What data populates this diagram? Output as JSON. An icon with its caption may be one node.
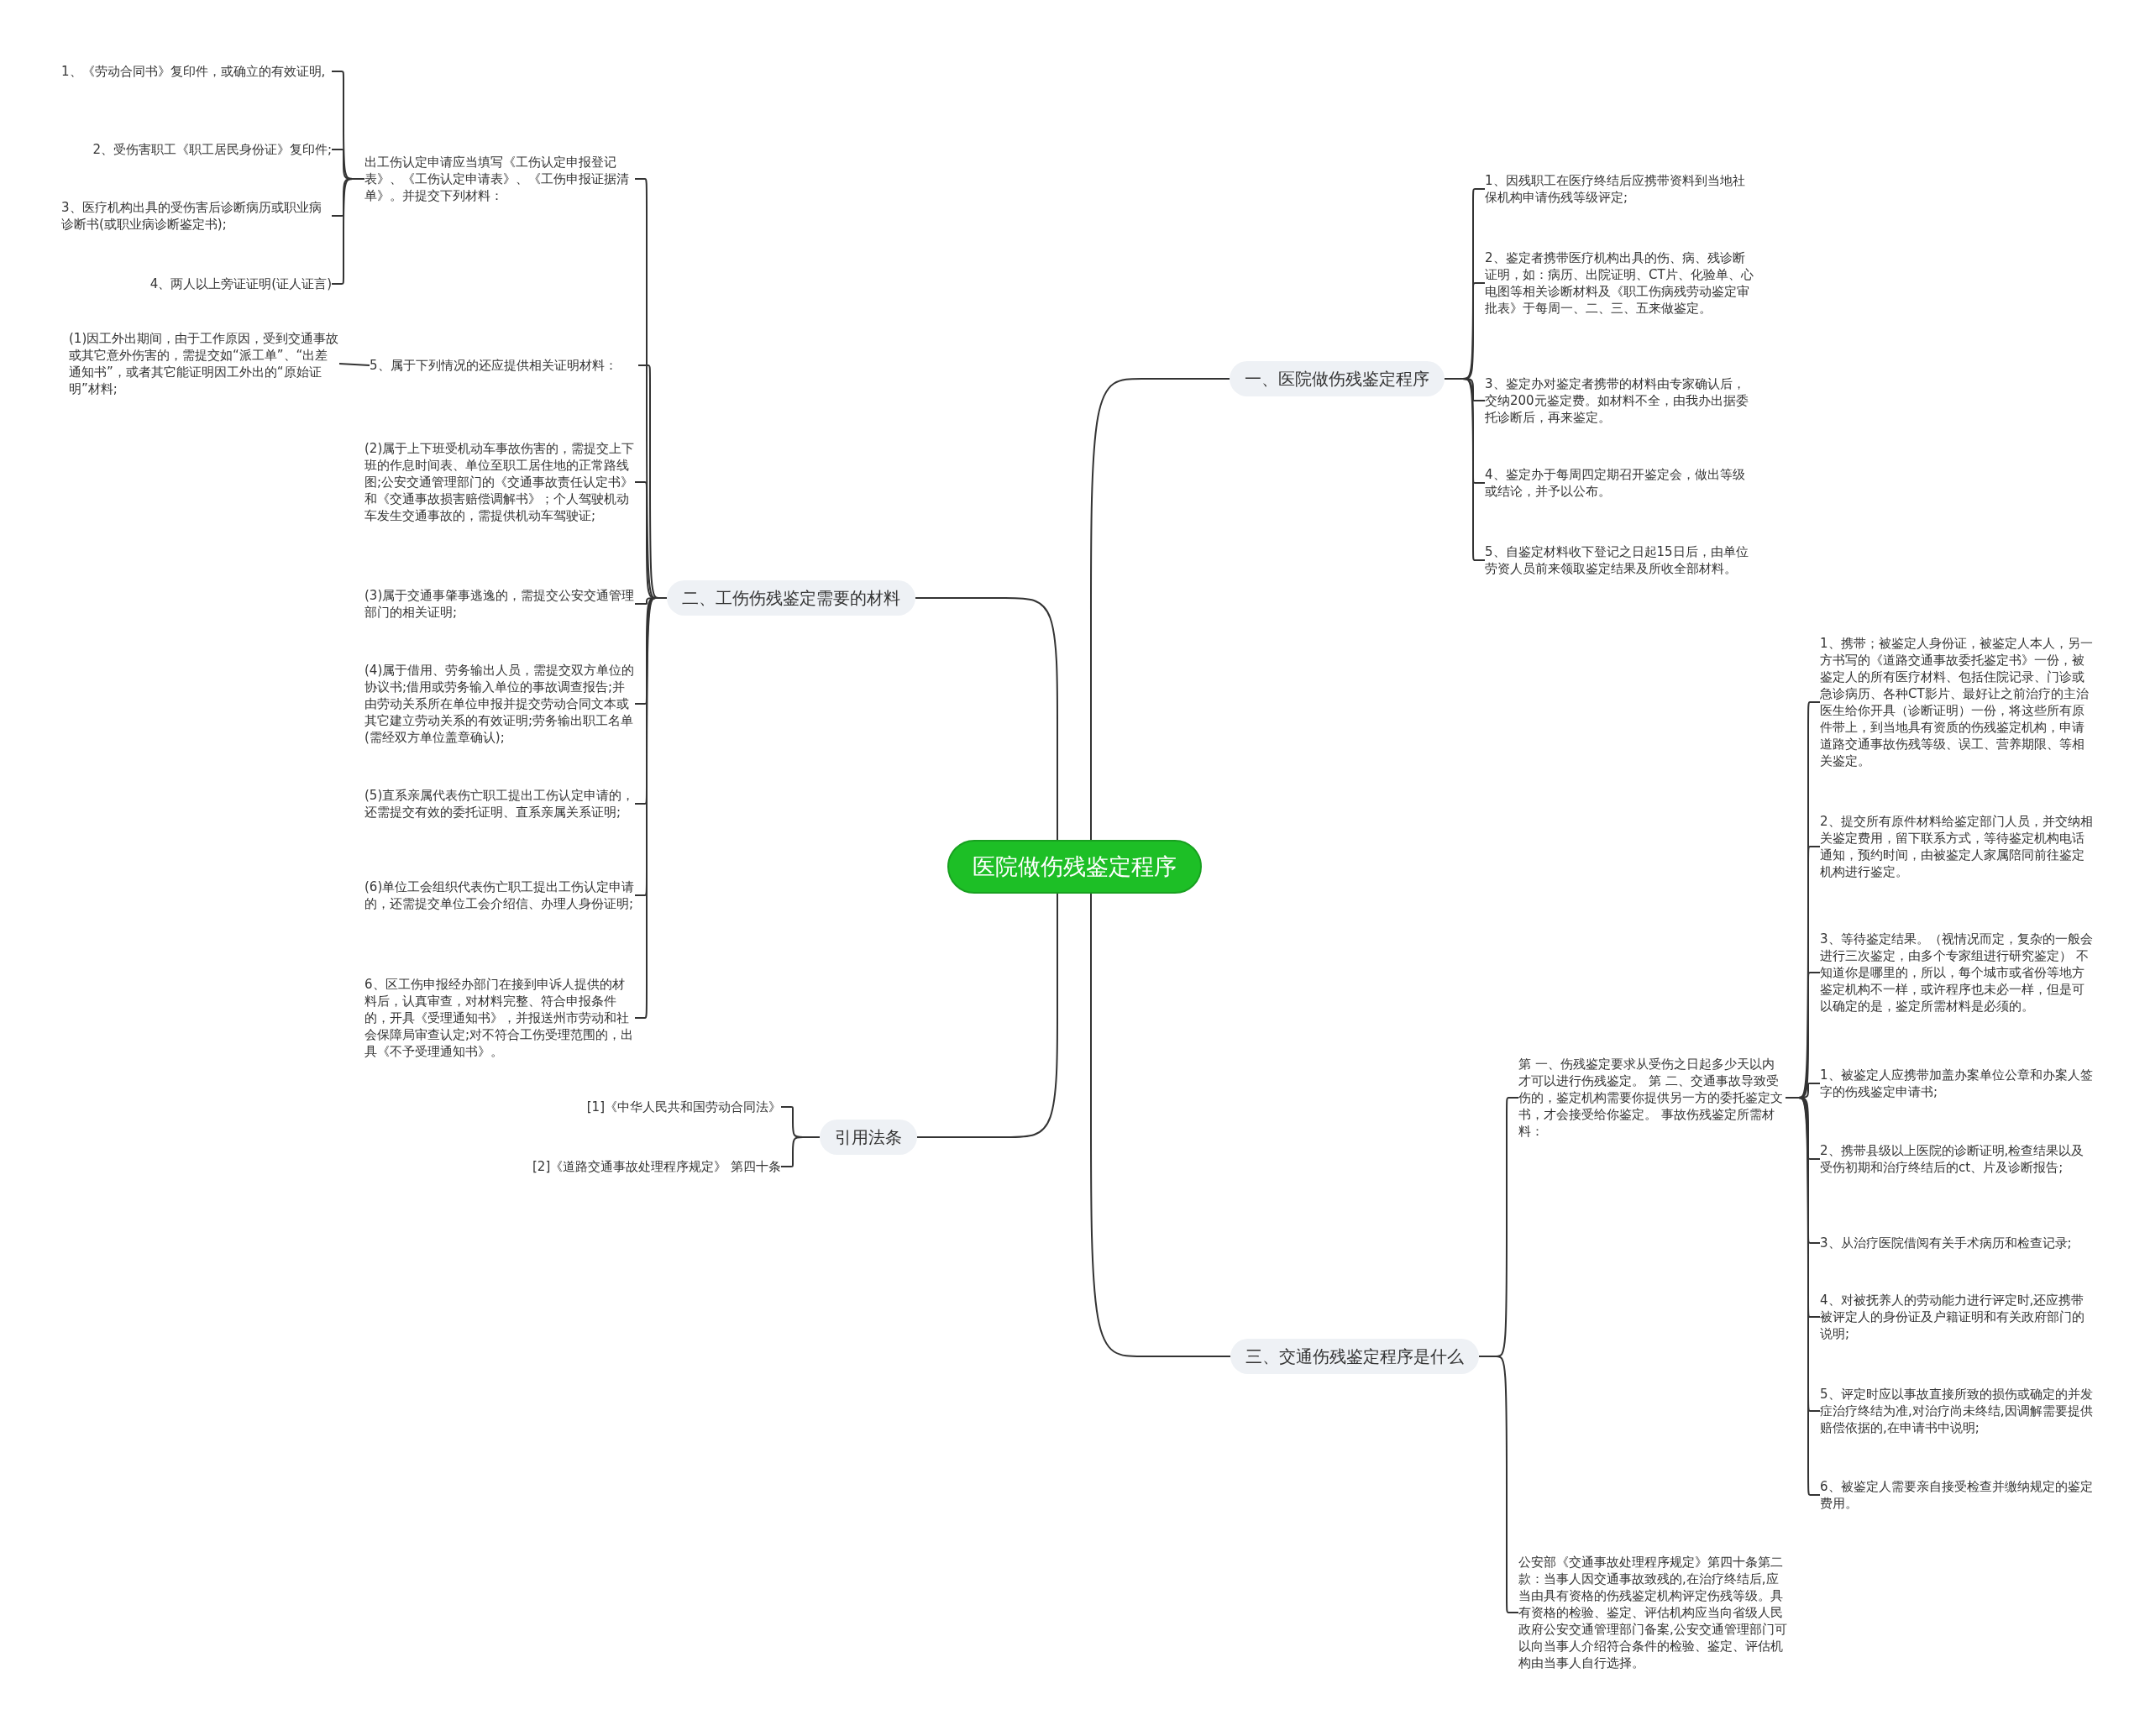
{
  "diagram": {
    "nodes": [
      {
        "text": [
          "医院做伤残鉴定程序"
        ]
      },
      {
        "text": [
          "一、医院做伤残鉴定程序"
        ]
      },
      {
        "text": [
          "1、因残职工在医疗终结后应携带资料到当地社保机构申请伤残等级评定;"
        ]
      },
      {
        "text": [
          "2、鉴定者携带医疗机构出具的伤、病、残诊断证明，如：病历、出院证明、CT片、化验单、心电图等相关诊断材料及《职工伤病残劳动鉴定审批表》于每周一、二、三、五来做鉴定。"
        ]
      },
      {
        "text": [
          "3、鉴定办对鉴定者携带的材料由专家确认后，交纳200元鉴定费。如材料不全，由我办出据委托诊断后，再来鉴定。"
        ]
      },
      {
        "text": [
          "4、鉴定办于每周四定期召开鉴定会，做出等级或结论，并予以公布。"
        ]
      },
      {
        "text": [
          "5、自鉴定材料收下登记之日起15日后，由单位劳资人员前来领取鉴定结果及所收全部材料。"
        ]
      },
      {
        "text": [
          "二、工伤伤残鉴定需要的材料"
        ]
      },
      {
        "text": [
          "出工伤认定申请应当填写《工伤认定申报登记表》、《工伤认定申请表》、《工伤申报证据清单》。并提交下列材料："
        ]
      },
      {
        "text": [
          "1、《劳动合同书》复印件，或确立的有效证明,"
        ]
      },
      {
        "text": [
          "2、受伤害职工《职工居民身份证》复印件;"
        ]
      },
      {
        "text": [
          "3、医疗机构出具的受伤害后诊断病历或职业病诊断书(或职业病诊断鉴定书);"
        ]
      },
      {
        "text": [
          "4、两人以上旁证证明(证人证言)"
        ]
      },
      {
        "text": [
          "5、属于下列情况的还应提供相关证明材料："
        ]
      },
      {
        "text": [
          "(1)因工外出期间，由于工作原因，受到交通事故或其它意外伤害的，需提交如“派工单”、“出差通知书”，或者其它能证明因工外出的“原始证明”材料;"
        ]
      },
      {
        "text": [
          "(2)属于上下班受机动车事故伤害的，需提交上下班的作息时间表、单位至职工居住地的正常路线图;公安交通管理部门的《交通事故责任认定书》和《交通事故损害赔偿调解书》；个人驾驶机动车发生交通事故的，需提供机动车驾驶证;"
        ]
      },
      {
        "text": [
          "(3)属于交通事肇事逃逸的，需提交公安交通管理部门的相关证明;"
        ]
      },
      {
        "text": [
          "(4)属于借用、劳务输出人员，需提交双方单位的协议书;借用或劳务输入单位的事故调查报告;并由劳动关系所在单位申报并提交劳动合同文本或其它建立劳动关系的有效证明;劳务输出职工名单(需经双方单位盖章确认);"
        ]
      },
      {
        "text": [
          "(5)直系亲属代表伤亡职工提出工伤认定申请的，还需提交有效的委托证明、直系亲属关系证明;"
        ]
      },
      {
        "text": [
          "(6)单位工会组织代表伤亡职工提出工伤认定申请的，还需提交单位工会介绍信、办理人身份证明;"
        ]
      },
      {
        "text": [
          "6、区工伤申报经办部门在接到申诉人提供的材料后，认真审查，对材料完整、符合申报条件的，开具《受理通知书》，并报送州市劳动和社会保障局审查认定;对不符合工伤受理范围的，出具《不予受理通知书》。"
        ]
      },
      {
        "text": [
          "引用法条"
        ]
      },
      {
        "text": [
          "[1]《中华人民共和国劳动合同法》"
        ]
      },
      {
        "text": [
          "[2]《道路交通事故处理程序规定》 第四十条"
        ]
      },
      {
        "text": [
          "三、交通伤残鉴定程序是什么"
        ]
      },
      {
        "text": [
          "第 一、伤残鉴定要求从受伤之日起多少天以内才可以进行伤残鉴定。 第 二、交通事故导致受伤的，鉴定机构需要你提供另一方的委托鉴定文书，才会接受给你鉴定。 事故伤残鉴定所需材料："
        ]
      },
      {
        "text": [
          "1、携带；被鉴定人身份证，被鉴定人本人，另一方书写的《道路交通事故委托鉴定书》一份，被鉴定人的所有医疗材料、包括住院记录、门诊或急诊病历、各种CT影片、最好让之前治疗的主治医生给你开具（诊断证明）一份，将这些所有原件带上，到当地具有资质的伤残鉴定机构，申请道路交通事故伤残等级、误工、营养期限、等相关鉴定。"
        ]
      },
      {
        "text": [
          "2、提交所有原件材料给鉴定部门人员，并交纳相关鉴定费用，留下联系方式，等待鉴定机构电话通知，预约时间，由被鉴定人家属陪同前往鉴定机构进行鉴定。"
        ]
      },
      {
        "text": [
          "3、等待鉴定结果。（视情况而定，复杂的一般会进行三次鉴定，由多个专家组进行研究鉴定） 不知道你是哪里的，所以，每个城市或省份等地方鉴定机构不一样，或许程序也未必一样，但是可以确定的是，鉴定所需材料是必须的。"
        ]
      },
      {
        "text": [
          "1、被鉴定人应携带加盖办案单位公章和办案人签字的伤残鉴定申请书;"
        ]
      },
      {
        "text": [
          "2、携带县级以上医院的诊断证明,检查结果以及受伤初期和治疗终结后的ct、片及诊断报告;"
        ]
      },
      {
        "text": [
          "3、从治疗医院借阅有关手术病历和检查记录;"
        ]
      },
      {
        "text": [
          "4、对被抚养人的劳动能力进行评定时,还应携带被评定人的身份证及户籍证明和有关政府部门的说明;"
        ]
      },
      {
        "text": [
          "5、评定时应以事故直接所致的损伤或确定的并发症治疗终结为准,对治疗尚未终结,因调解需要提供赔偿依据的,在申请书中说明;"
        ]
      },
      {
        "text": [
          "6、被鉴定人需要亲自接受检查并缴纳规定的鉴定费用。"
        ]
      },
      {
        "text": [
          "公安部《交通事故处理程序规定》第四十条第二款：当事人因交通事故致残的,在治疗终结后,应当由具有资格的伤残鉴定机构评定伤残等级。具有资格的检验、鉴定、评估机构应当向省级人民政府公安交通管理部门备案,公安交通管理部门可以向当事人介绍符合条件的检验、鉴定、评估机构由当事人自行选择。"
        ]
      }
    ],
    "edges": [
      {
        "from": 0,
        "to": 1,
        "arrow": "none"
      },
      {
        "from": 1,
        "to": 2,
        "arrow": "none"
      },
      {
        "from": 1,
        "to": 3,
        "arrow": "none"
      },
      {
        "from": 1,
        "to": 4,
        "arrow": "none"
      },
      {
        "from": 1,
        "to": 5,
        "arrow": "none"
      },
      {
        "from": 1,
        "to": 6,
        "arrow": "none"
      },
      {
        "from": 0,
        "to": 7,
        "arrow": "none"
      },
      {
        "from": 7,
        "to": 8,
        "arrow": "none"
      },
      {
        "from": 8,
        "to": 9,
        "arrow": "none"
      },
      {
        "from": 8,
        "to": 10,
        "arrow": "none"
      },
      {
        "from": 8,
        "to": 11,
        "arrow": "none"
      },
      {
        "from": 8,
        "to": 12,
        "arrow": "none"
      },
      {
        "from": 7,
        "to": 13,
        "arrow": "none"
      },
      {
        "from": 13,
        "to": 14,
        "arrow": "none"
      },
      {
        "from": 7,
        "to": 15,
        "arrow": "none"
      },
      {
        "from": 7,
        "to": 16,
        "arrow": "none"
      },
      {
        "from": 7,
        "to": 17,
        "arrow": "none"
      },
      {
        "from": 7,
        "to": 18,
        "arrow": "none"
      },
      {
        "from": 7,
        "to": 19,
        "arrow": "none"
      },
      {
        "from": 7,
        "to": 20,
        "arrow": "none"
      },
      {
        "from": 0,
        "to": 21,
        "arrow": "none"
      },
      {
        "from": 21,
        "to": 22,
        "arrow": "none"
      },
      {
        "from": 21,
        "to": 23,
        "arrow": "none"
      },
      {
        "from": 0,
        "to": 24,
        "arrow": "none"
      },
      {
        "from": 24,
        "to": 25,
        "arrow": "none"
      },
      {
        "from": 25,
        "to": 26,
        "arrow": "none"
      },
      {
        "from": 25,
        "to": 27,
        "arrow": "none"
      },
      {
        "from": 25,
        "to": 28,
        "arrow": "none"
      },
      {
        "from": 25,
        "to": 29,
        "arrow": "none"
      },
      {
        "from": 25,
        "to": 30,
        "arrow": "none"
      },
      {
        "from": 25,
        "to": 31,
        "arrow": "none"
      },
      {
        "from": 25,
        "to": 32,
        "arrow": "none"
      },
      {
        "from": 25,
        "to": 33,
        "arrow": "none"
      },
      {
        "from": 25,
        "to": 34,
        "arrow": "none"
      },
      {
        "from": 24,
        "to": 35,
        "arrow": "none"
      }
    ]
  }
}
